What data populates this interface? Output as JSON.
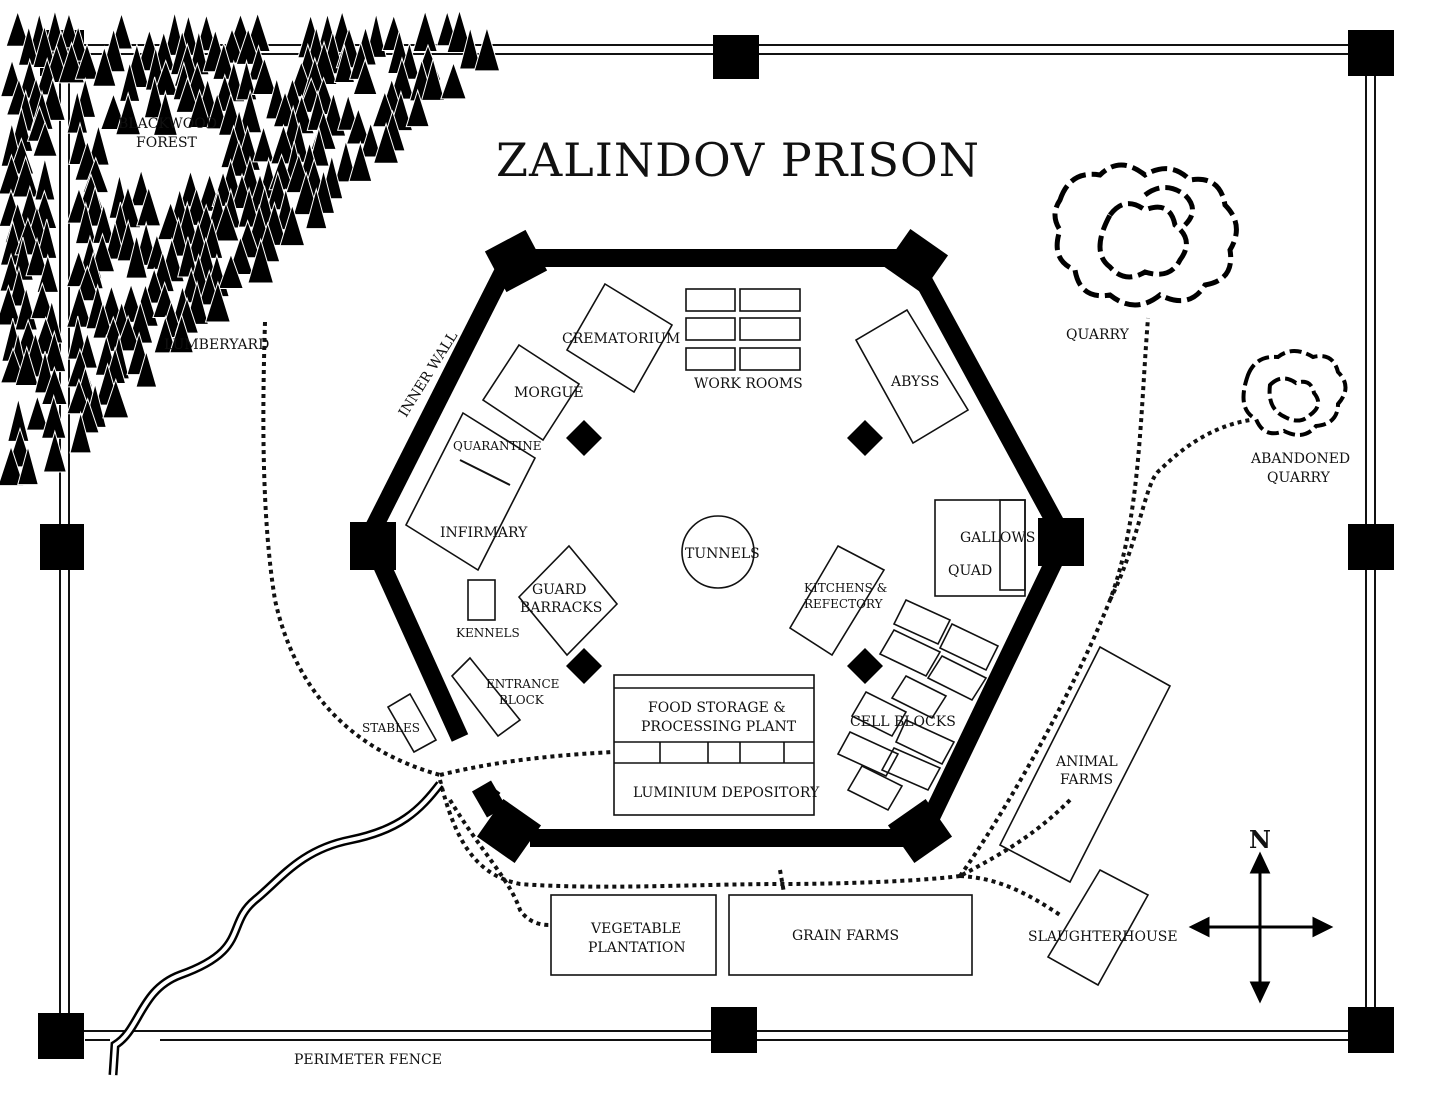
{
  "title": "ZALINDOV PRISON",
  "labels": {
    "blackwood_forest_1": "BLACKWOOD",
    "blackwood_forest_2": "FOREST",
    "lumberyard": "LUMBERYARD",
    "inner_wall": "INNER WALL",
    "crematorium": "CREMATORIUM",
    "work_rooms": "WORK ROOMS",
    "abyss": "ABYSS",
    "morgue": "MORGUE",
    "quarantine": "QUARANTINE",
    "infirmary": "INFIRMARY",
    "tunnels": "TUNNELS",
    "gallows": "GALLOWS",
    "quad": "QUAD",
    "kitchens_1": "KITCHENS &",
    "kitchens_2": "REFECTORY",
    "guard_barracks_1": "GUARD",
    "guard_barracks_2": "BARRACKS",
    "kennels": "KENNELS",
    "entrance_block_1": "ENTRANCE",
    "entrance_block_2": "BLOCK",
    "stables": "STABLES",
    "food_storage_1": "FOOD STORAGE &",
    "food_storage_2": "PROCESSING PLANT",
    "luminium_depository": "LUMINIUM DEPOSITORY",
    "cell_blocks": "CELL BLOCKS",
    "animal_farms_1": "ANIMAL",
    "animal_farms_2": "FARMS",
    "quarry": "QUARRY",
    "abandoned_quarry_1": "ABANDONED",
    "abandoned_quarry_2": "QUARRY",
    "vegetable_plantation_1": "VEGETABLE",
    "vegetable_plantation_2": "PLANTATION",
    "grain_farms": "GRAIN FARMS",
    "slaughterhouse": "SLAUGHTERHOUSE",
    "perimeter_fence": "PERIMETER FENCE"
  },
  "compass": {
    "north_label": "N"
  },
  "colors": {
    "ink": "#111111",
    "paper": "#ffffff"
  }
}
